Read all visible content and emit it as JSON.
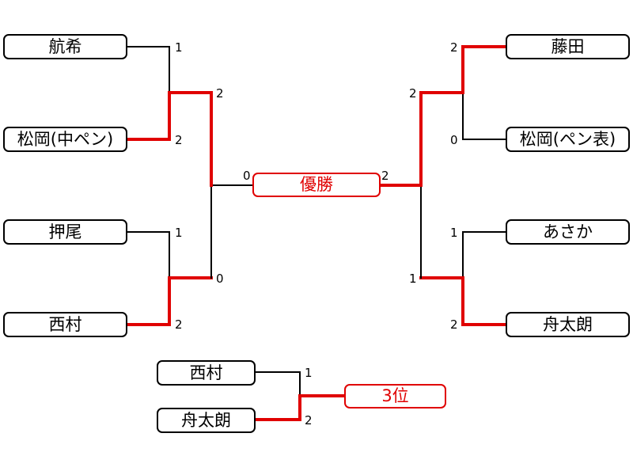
{
  "colors": {
    "winner_line": "#e00000",
    "loser_line": "#000000",
    "title_box": "#e00000"
  },
  "left_bracket": {
    "qf1": {
      "player_a": "航希",
      "score_a": "1",
      "player_b": "松岡(中ペン)",
      "score_b": "2"
    },
    "qf2": {
      "player_a": "押尾",
      "score_a": "1",
      "player_b": "西村",
      "score_b": "2"
    },
    "sf": {
      "score_a": "2",
      "score_b": "0"
    }
  },
  "right_bracket": {
    "qf1": {
      "player_a": "藤田",
      "score_a": "2",
      "player_b": "松岡(ペン表)",
      "score_b": "0"
    },
    "qf2": {
      "player_a": "あさか",
      "score_a": "1",
      "player_b": "舟太朗",
      "score_b": "2"
    },
    "sf": {
      "score_a": "2",
      "score_b": "1"
    }
  },
  "final": {
    "label": "優勝",
    "score_left": "0",
    "score_right": "2"
  },
  "third_place": {
    "player_a": "西村",
    "score_a": "1",
    "player_b": "舟太朗",
    "score_b": "2",
    "label": "3位"
  }
}
